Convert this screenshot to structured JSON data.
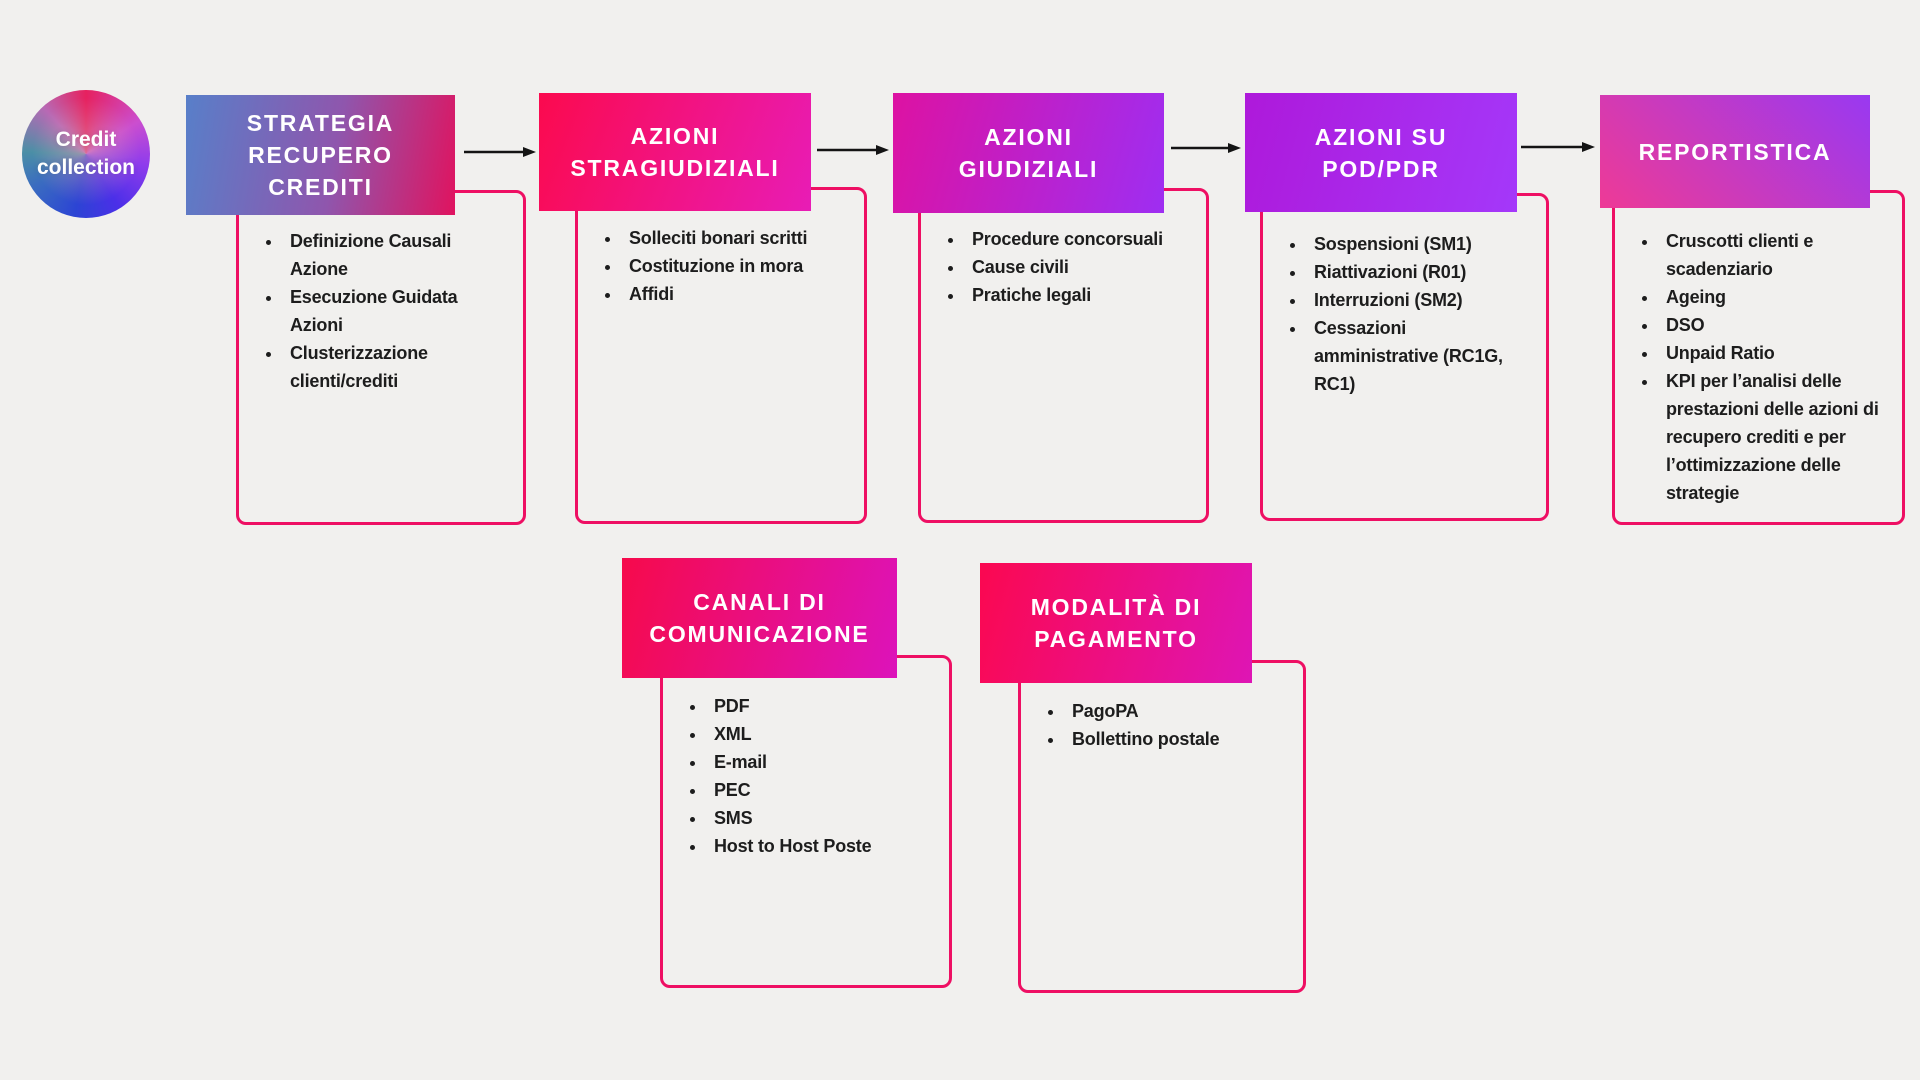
{
  "colors": {
    "page_bg": "#f1f0ee",
    "panel_border": "#ee0f63",
    "arrow": "#141414",
    "text": "#1d1d1d",
    "title_text": "#ffffff"
  },
  "bubble": {
    "label": "Credit\ncollection",
    "gradient_stops": [
      "#e6215f 0deg",
      "#cb4ecf 58deg",
      "#8f3cec 100deg",
      "#4b2fe8 148deg",
      "#2c44d4 190deg",
      "#3a6cc0 238deg",
      "#4b8fa6 272deg",
      "#b869b4 318deg",
      "#e6215f 360deg"
    ]
  },
  "nodes": [
    {
      "title": "STRATEGIA\nRECUPERO CREDITI",
      "gradient": [
        "#587fc9",
        "#8f56ad 55%",
        "#e0135f"
      ],
      "items": [
        "Definizione Causali Azione",
        "Esecuzione Guidata Azioni",
        "Clusterizzazione clienti/crediti"
      ]
    },
    {
      "title": "AZIONI\nSTRAGIUDIZIALI",
      "gradient": [
        "#fb0a4e",
        "#e81cb6"
      ],
      "items": [
        "Solleciti bonari scritti",
        "Costituzione in mora",
        "Affidi"
      ]
    },
    {
      "title": "AZIONI\nGIUDIZIALI",
      "gradient": [
        "#dd12a2",
        "#9e2ef2"
      ],
      "items": [
        "Procedure concorsuali",
        "Cause civili",
        "Pratiche legali"
      ]
    },
    {
      "title": "AZIONI SU\nPOD/PDR",
      "gradient": [
        "#ae19da",
        "#a438fa"
      ],
      "items": [
        "Sospensioni (SM1)",
        "Riattivazioni (R01)",
        "Interruzioni (SM2)",
        "Cessazioni amministrative (RC1G, RC1)"
      ]
    },
    {
      "title": "REPORTISTICA",
      "gradient": [
        "#ee3a96",
        "#9939f1"
      ],
      "items": [
        "Cruscotti clienti e scadenziario",
        "Ageing",
        "DSO",
        "Unpaid Ratio",
        "KPI per l’analisi delle prestazioni delle azioni di recupero crediti e per l’ottimizzazione delle strategie"
      ]
    },
    {
      "title": "CANALI DI\nCOMUNICAZIONE",
      "gradient": [
        "#f60a4b",
        "#dc13bb"
      ],
      "items": [
        "PDF",
        "XML",
        "E-mail",
        "PEC",
        "SMS",
        "Host to Host Poste"
      ]
    },
    {
      "title": "MODALITÀ DI\nPAGAMENTO",
      "gradient": [
        "#fb0850",
        "#de15b5"
      ],
      "items": [
        "PagoPA",
        "Bollettino postale"
      ]
    }
  ]
}
